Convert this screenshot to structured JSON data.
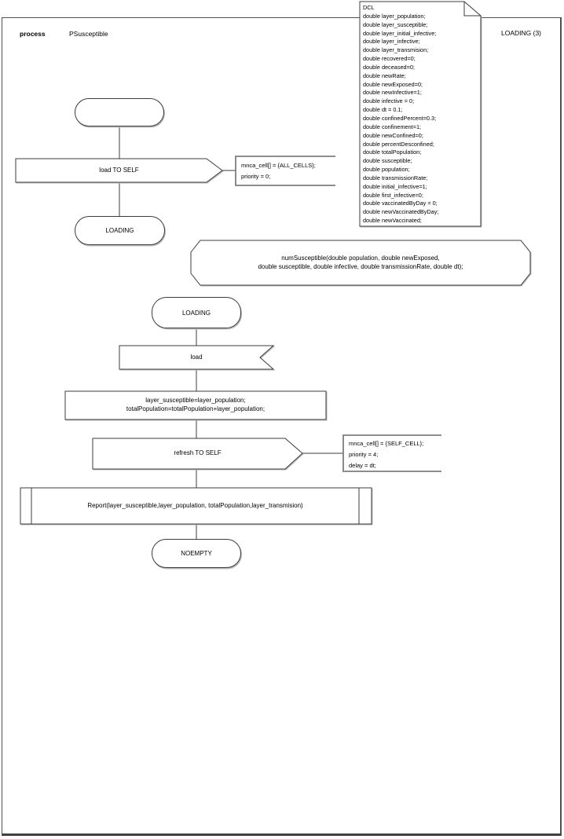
{
  "header": {
    "kind_label": "process",
    "process_name": "PSusceptible",
    "status_label": "LOADING (3)"
  },
  "declarations": {
    "lines": [
      "DCL",
      "double layer_population;",
      "double layer_susceptible;",
      "double layer_initial_infective;",
      "double layer_infective;",
      "double layer_transmision;",
      "double recovered=0;",
      "double deceased=0;",
      "double newRate;",
      "double newExposed=0;",
      "double newInfective=1;",
      "double infective = 0;",
      "double dt = 0.1;",
      "double confinedPercent=0.3;",
      "double confinement=1;",
      "double newConfined=0;",
      "double percentDesconfined;",
      "double totalPopulation;",
      "double susceptible;",
      "double population;",
      "double transmissionRate;",
      "double initial_infective=1;",
      "double first_infective=0;",
      "double vaccinatedByDay = 0;",
      "double newVaccinatedByDay;",
      "double newVaccinated;"
    ]
  },
  "flow": {
    "start_state_label": "",
    "output_load": {
      "label": "load TO SELF",
      "comment_lines": [
        "mnca_cell[] = {ALL_CELLS};",
        "priority = 0;"
      ]
    },
    "loading_state_1": "LOADING",
    "procedure_decl_lines": [
      "numSusceptible(double population, double newExposed,",
      "double susceptible, double infective, double transmissionRate, double dt);"
    ],
    "loading_state_2": "LOADING",
    "input_load_label": "load",
    "task_lines": [
      "layer_susceptible=layer_population;",
      "totalPopulation=totalPopulation+layer_population;"
    ],
    "output_refresh": {
      "label": "refresh TO SELF",
      "comment_lines": [
        "mnca_cell[] = {SELF_CELL};",
        "priority = 4;",
        "delay = dt;"
      ]
    },
    "report_call_label": "Report(layer_susceptible,layer_population, totalPopulation,layer_transmision)",
    "noempty_state": "NOEMPTY"
  }
}
